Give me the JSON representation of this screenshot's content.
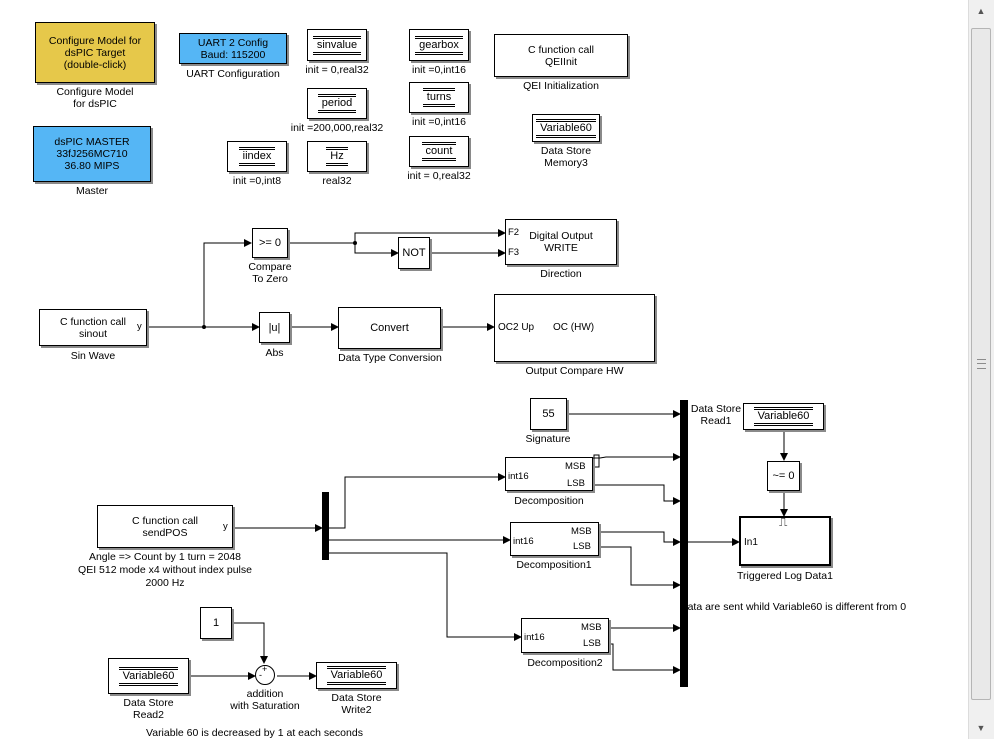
{
  "config_block": {
    "text": "Configure Model for\ndsPIC Target\n(double-click)",
    "label": "Configure Model\nfor dsPIC"
  },
  "master_block": {
    "text": "dsPIC MASTER\n33fJ256MC710\n36.80 MIPS",
    "label": "Master"
  },
  "uart_block": {
    "text": "UART 2 Config\nBaud: 115200",
    "label": "UART Configuration"
  },
  "data_stores": [
    {
      "name": "sinvalue",
      "init": "init = 0,real32"
    },
    {
      "name": "period",
      "init": "init =200,000,real32"
    },
    {
      "name": "iindex",
      "init": "init =0,int8"
    },
    {
      "name": "Hz",
      "init": "real32"
    },
    {
      "name": "gearbox",
      "init": "init =0,int16"
    },
    {
      "name": "turns",
      "init": "init =0,int16"
    },
    {
      "name": "count",
      "init": "init = 0,real32"
    }
  ],
  "qei_init": {
    "text": "C function call\nQEIInit",
    "label": "QEI Initialization"
  },
  "ds_memory3": {
    "name": "Variable60",
    "label": "Data Store\nMemory3"
  },
  "compare": {
    "text": ">= 0",
    "label": "Compare\nTo Zero"
  },
  "not_gate": {
    "text": "NOT"
  },
  "digital_out": {
    "text": "Digital Output\nWRITE",
    "port1": "F2",
    "port2": "F3",
    "label": "Direction"
  },
  "sin_wave": {
    "text": "C function call\nsinout",
    "port": "y",
    "label": "Sin Wave"
  },
  "abs": {
    "text": "|u|",
    "label": "Abs"
  },
  "convert": {
    "text": "Convert",
    "label": "Data Type Conversion"
  },
  "output_compare": {
    "port": "OC2 Up",
    "text": "OC (HW)",
    "label": "Output Compare HW"
  },
  "signature": {
    "text": "55",
    "label": "Signature"
  },
  "ds_read1": {
    "name": "Variable60",
    "label": "Data Store\nRead1"
  },
  "not_equal": {
    "text": "~= 0"
  },
  "decomp0": {
    "in": "int16",
    "msb": "MSB",
    "lsb": "LSB",
    "label": "Decomposition"
  },
  "decomp1": {
    "in": "int16",
    "msb": "MSB",
    "lsb": "LSB",
    "label": "Decomposition1"
  },
  "decomp2": {
    "in": "int16",
    "msb": "MSB",
    "lsb": "LSB",
    "label": "Decomposition2"
  },
  "send_pos": {
    "text": "C function call\nsendPOS",
    "port": "y",
    "label": "Angle => Count by 1 turn = 2048\nQEI 512 mode x4 without index pulse\n2000 Hz"
  },
  "trig_log": {
    "port": "In1",
    "trigger": "⎍",
    "label": "Triggered Log Data1"
  },
  "log_note": "Data are sent whild Variable60 is different from 0",
  "constant": {
    "text": "1"
  },
  "ds_read2": {
    "name": "Variable60",
    "label": "Data Store\nRead2"
  },
  "sum": {
    "label": "addition\nwith Saturation"
  },
  "ds_write2": {
    "name": "Variable60",
    "label": "Data Store\nWrite2"
  },
  "bottom_note": "Variable 60 is decreased by 1 at each seconds",
  "scrollbar": {
    "up": "▲",
    "down": "▼"
  }
}
